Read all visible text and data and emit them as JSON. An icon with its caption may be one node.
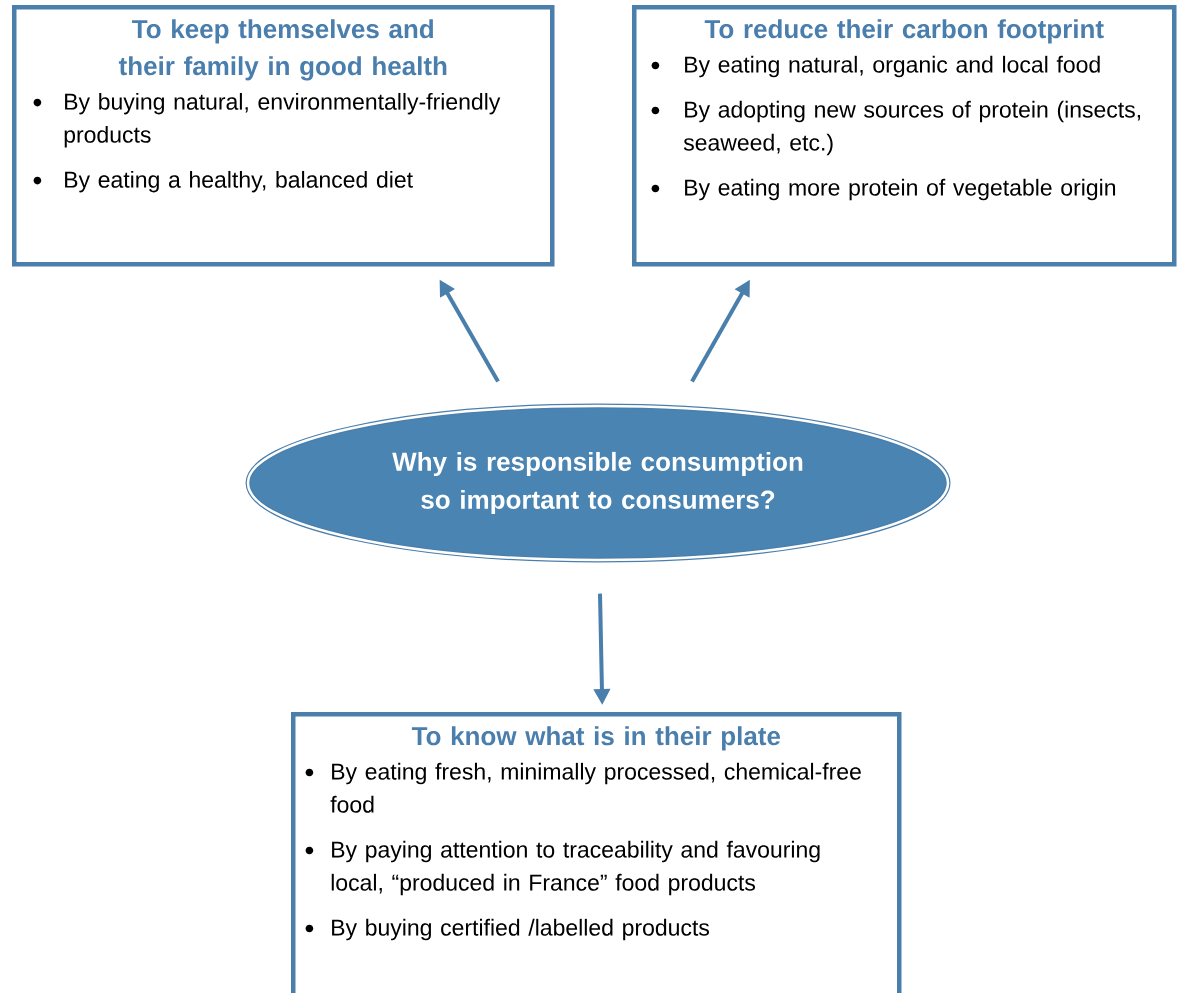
{
  "diagram": {
    "nodes": [
      {
        "text": [
          "Why is responsible consumption so important to consumers?"
        ]
      },
      {
        "text": [
          "To keep themselves and their family in good health",
          "By buying natural, environmentally-friendly products",
          "By eating a healthy, balanced diet"
        ]
      },
      {
        "text": [
          "To reduce their carbon footprint",
          "By eating natural, organic and local food",
          "By adopting new sources of protein (insects, seaweed, etc.)",
          "By eating more protein of vegetable origin"
        ]
      },
      {
        "text": [
          "To know what is in their plate",
          "By eating fresh, minimally processed, chemical-free food",
          "By paying attention to traceability and favouring local, “produced in France” food products",
          "By buying certified /labelled products"
        ]
      }
    ],
    "edges": [
      {
        "from": 0,
        "to": 1,
        "arrow": "to"
      },
      {
        "from": 0,
        "to": 2,
        "arrow": "to"
      },
      {
        "from": 0,
        "to": 3,
        "arrow": "to"
      }
    ]
  }
}
